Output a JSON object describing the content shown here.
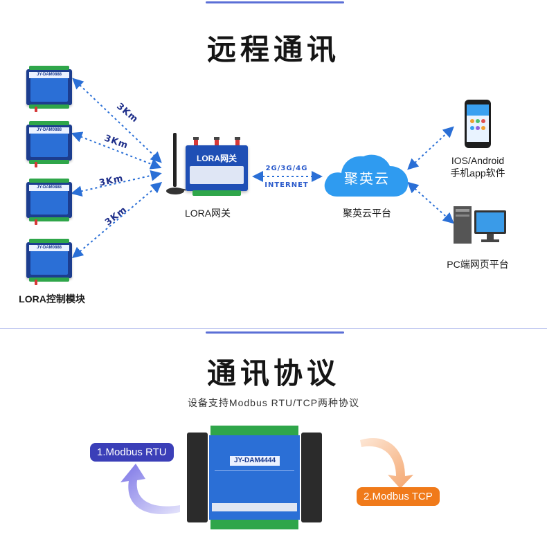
{
  "section1": {
    "title": "远程通讯",
    "modules_label": "LORA控制模块",
    "module_name": "JY-DAM0888",
    "distance_labels": [
      "3Km",
      "3Km",
      "3Km",
      "3Km"
    ],
    "gateway_name": "LORA网关",
    "gateway_label": "LORA网关",
    "network_label": "2G/3G/4G",
    "internet_label": "INTERNET",
    "cloud_text": "聚英云",
    "cloud_label": "聚英云平台",
    "phone_label_line1": "IOS/Android",
    "phone_label_line2": "手机app软件",
    "pc_label": "PC端网页平台"
  },
  "section2": {
    "title": "通讯协议",
    "subtitle": "设备支持Modbus RTU/TCP两种协议",
    "device_name": "JY-DAM4444",
    "rtu_label": "1.Modbus RTU",
    "tcp_label": "2.Modbus TCP"
  },
  "colors": {
    "accent": "#5b6fd6",
    "rtu_pill": "#3b3fb8",
    "tcp_pill": "#f07a1a",
    "arrow_blue": "#2a6fd6",
    "cloud": "#2f9bf0",
    "device_blue": "#2b6fd6"
  },
  "icons": [
    "antenna-icon",
    "cloud-icon",
    "smartphone-icon",
    "desktop-pc-icon",
    "curved-arrow-icon"
  ]
}
